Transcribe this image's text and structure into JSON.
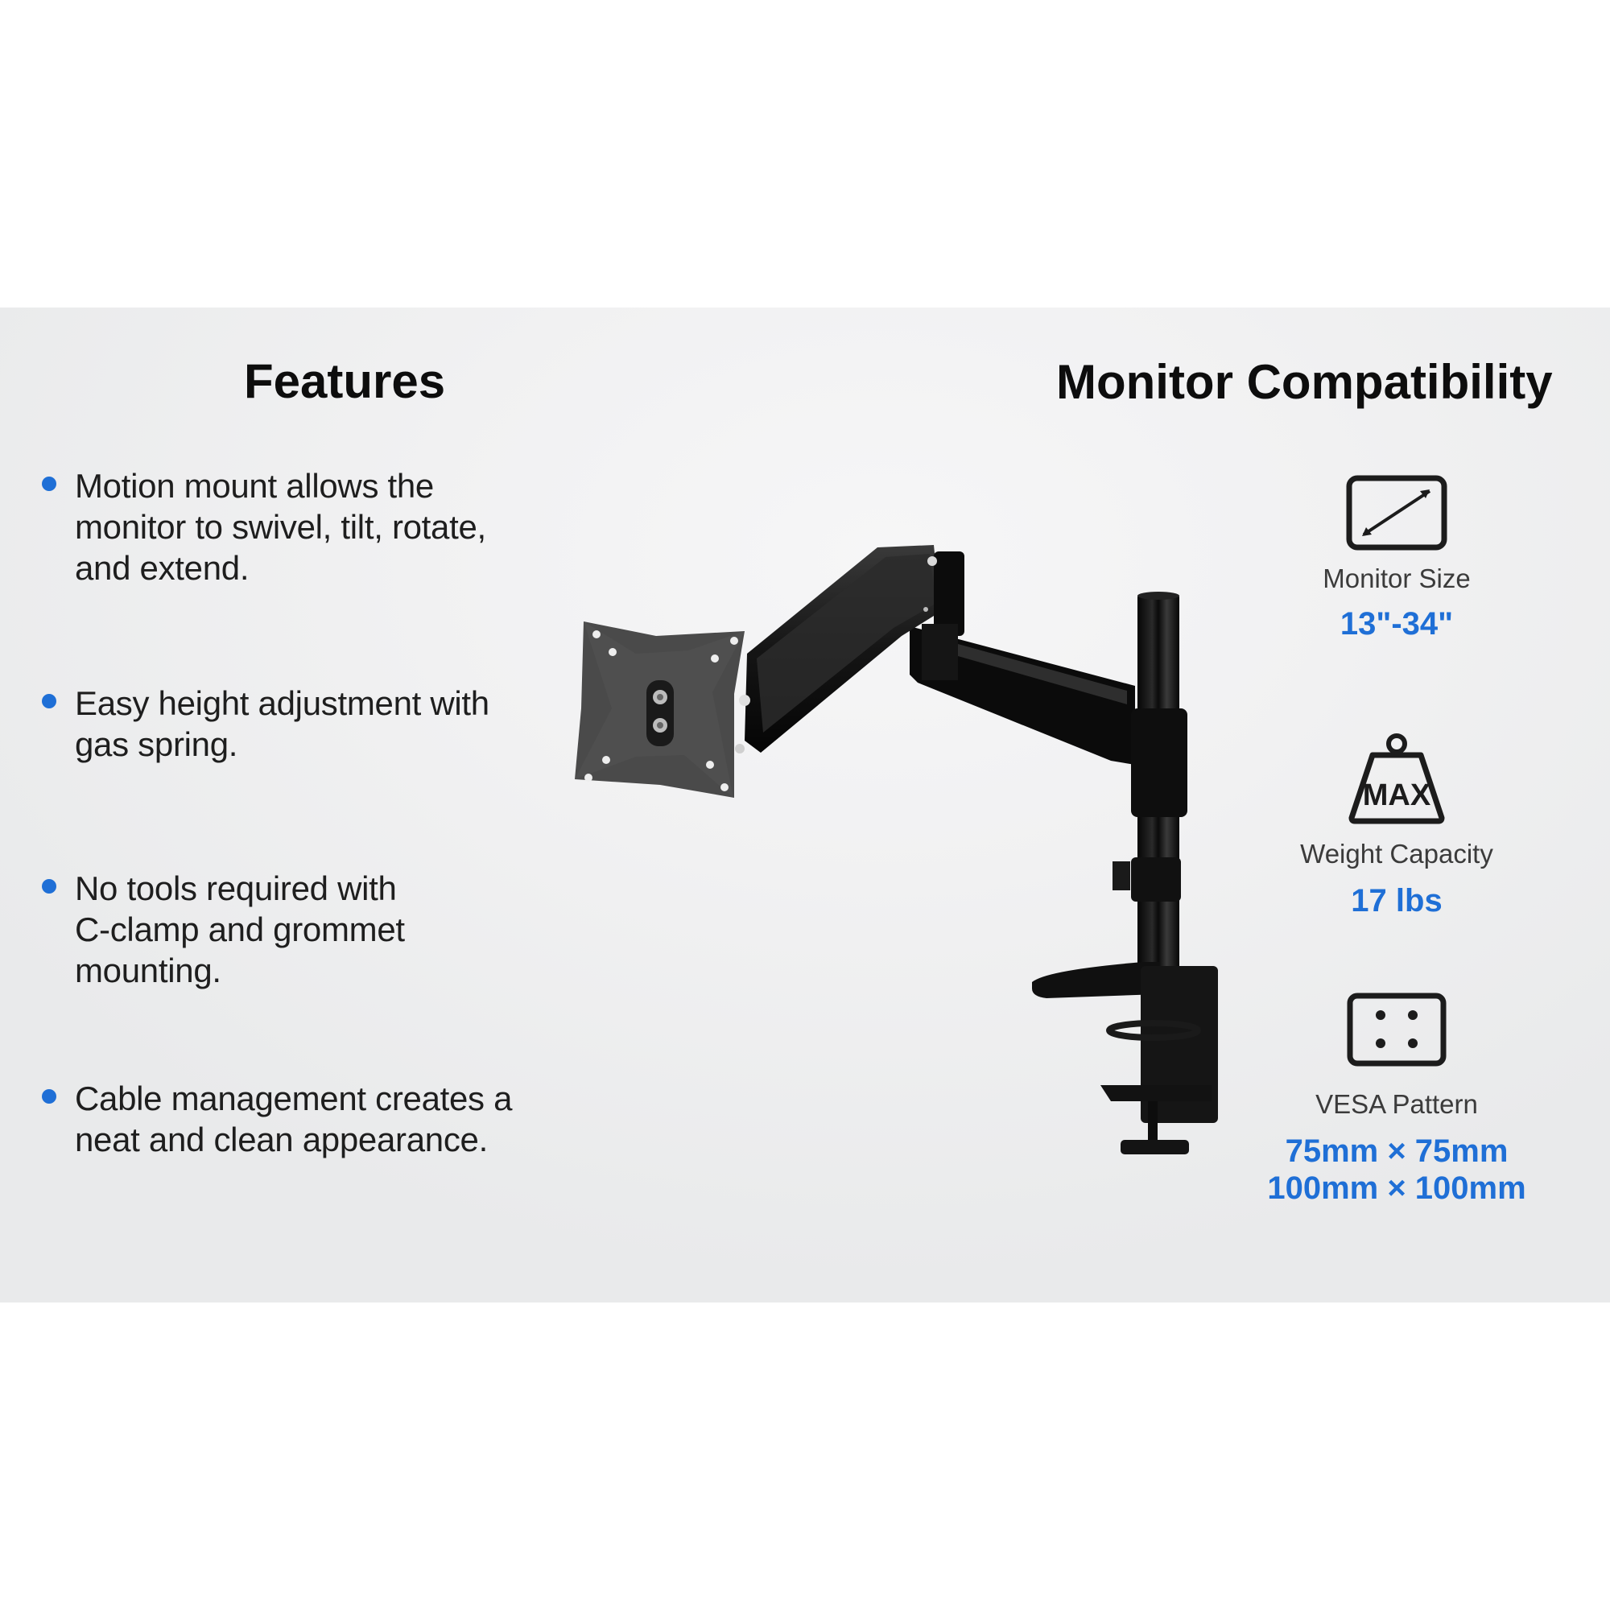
{
  "features": {
    "title": "Features",
    "items": [
      {
        "lines": [
          "Motion mount allows the",
          "monitor to swivel, tilt, rotate,",
          "and extend."
        ]
      },
      {
        "lines": [
          "Easy height adjustment with",
          "gas spring."
        ]
      },
      {
        "lines": [
          "No tools required with",
          "C-clamp and grommet",
          "mounting."
        ]
      },
      {
        "lines": [
          "Cable management creates a",
          "neat and clean appearance."
        ]
      }
    ]
  },
  "compatibility": {
    "title": "Monitor Compatibility",
    "specs": [
      {
        "icon": "monitor-size-icon",
        "label": "Monitor Size",
        "values": [
          "13\"-34\""
        ]
      },
      {
        "icon": "weight-max-icon",
        "icon_text": "MAX",
        "label": "Weight Capacity",
        "values": [
          "17 lbs"
        ]
      },
      {
        "icon": "vesa-pattern-icon",
        "label": "VESA Pattern",
        "values": [
          "75mm × 75mm",
          "100mm × 100mm"
        ]
      }
    ]
  },
  "product_image": {
    "subject": "single monitor gas spring arm with C-clamp"
  },
  "colors": {
    "accent_blue": "#1f6fd6",
    "heading": "#0d0d0d",
    "body_text": "#1e1e1e",
    "panel_bg": "#f1f1f2"
  }
}
